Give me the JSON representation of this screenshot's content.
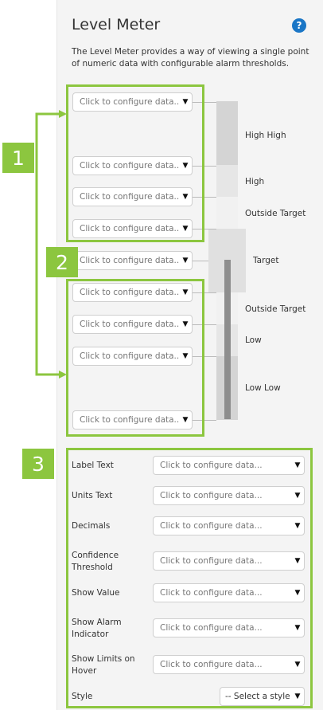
{
  "title": "Level Meter",
  "description": "The Level Meter provides a way of viewing a single point of numeric data with configurable alarm thresholds.",
  "help_icon": "?",
  "threshold_dropdowns": [
    "Click to configure data...",
    "Click to configure data...",
    "Click to configure data...",
    "Click to configure data...",
    "Click to configure data...",
    "Click to configure data...",
    "Click to configure data...",
    "Click to configure data...",
    "Click to configure data..."
  ],
  "zones": [
    "High High",
    "High",
    "Outside Target",
    "Target",
    "Outside Target",
    "Low",
    "Low Low"
  ],
  "badges": [
    "1",
    "2",
    "3"
  ],
  "properties": [
    {
      "label": "Label Text",
      "value": "Click to configure data..."
    },
    {
      "label": "Units Text",
      "value": "Click to configure data..."
    },
    {
      "label": "Decimals",
      "value": "Click to configure data..."
    },
    {
      "label": "Confidence Threshold",
      "value": "Click to configure data..."
    },
    {
      "label": "Show Value",
      "value": "Click to configure data..."
    },
    {
      "label": "Show Alarm Indicator",
      "value": "Click to configure data..."
    },
    {
      "label": "Show Limits on Hover",
      "value": "Click to configure data..."
    }
  ],
  "style": {
    "label": "Style",
    "value": "-- Select a style --"
  },
  "colors": {
    "accent": "#8cc63f",
    "help": "#1a76c6"
  }
}
